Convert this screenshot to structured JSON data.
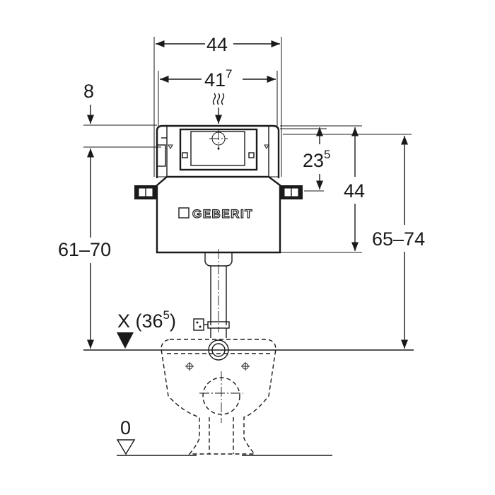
{
  "dimensions": {
    "width_outer": "44",
    "width_inner_main": "41",
    "width_inner_sup": "7",
    "top_offset": "8",
    "flush_height_main": "23",
    "flush_height_sup": "5",
    "frame_height": "44",
    "height_range_left": "61–70",
    "height_range_right": "65–74",
    "outlet_label_main": "X (36",
    "outlet_label_sup": "5",
    "outlet_label_close": ")",
    "floor_level": "0"
  },
  "brand": {
    "logo_text": "GEBERIT"
  }
}
